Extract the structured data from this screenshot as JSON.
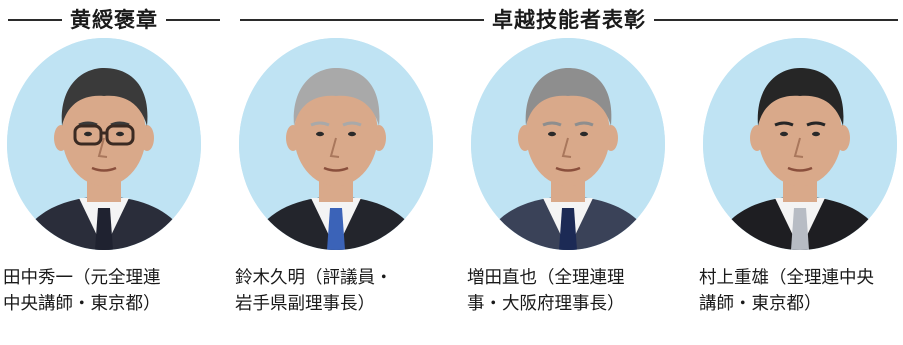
{
  "headings": {
    "left": "黄綬褒章",
    "right": "卓越技能者表彰"
  },
  "people": [
    {
      "name_line1": "田中秀一（元全理連",
      "name_line2": "中央講師・東京都）",
      "hair": "#3a3a3a",
      "suit": "#2a2d3a",
      "tie": "#1f2230",
      "glasses": true
    },
    {
      "name_line1": "鈴木久明（評議員・",
      "name_line2": "岩手県副理事長）",
      "hair": "#a9a9a9",
      "suit": "#23252c",
      "tie": "#3b63b8",
      "glasses": false
    },
    {
      "name_line1": "増田直也（全理連理",
      "name_line2": "事・大阪府理事長）",
      "hair": "#8e8e8e",
      "suit": "#3a4258",
      "tie": "#1c2a55",
      "glasses": false
    },
    {
      "name_line1": "村上重雄（全理連中央",
      "name_line2": "講師・東京都）",
      "hair": "#262626",
      "suit": "#1e1e22",
      "tie": "#b7bcc4",
      "glasses": false
    }
  ],
  "colors": {
    "portrait_bg": "#bfe3f3",
    "skin": "#d9a98a",
    "shirt": "#f4f4f4"
  }
}
